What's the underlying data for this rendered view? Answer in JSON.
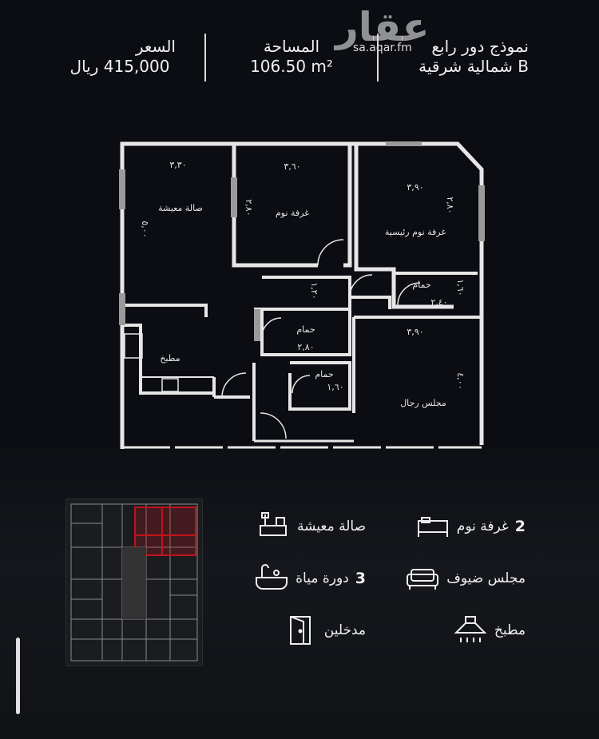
{
  "watermark": {
    "logo": "عقار",
    "url": "sa.aqar.fm"
  },
  "header": {
    "model_title": "نموذج دور رابع",
    "model_subtitle": "B شمالية شرقية",
    "area_label": "المساحة",
    "area_value": "106.50 m²",
    "price_label": "السعر",
    "price_value": "415,000 ريال"
  },
  "rooms": {
    "living": {
      "name": "صالة معيشة",
      "dim1": "٣,٣٠",
      "dim2": "٥,٠٠"
    },
    "bedroom": {
      "name": "غرفة نوم",
      "dim1": "٣,٦٠",
      "dim2": "٢,٨٠"
    },
    "master": {
      "name": "غرفة نوم رئيسية",
      "dim1": "٣,٩٠",
      "dim2": "٢,٨٠"
    },
    "bath_master": {
      "name": "حمام",
      "dim1": "٢,٤٠",
      "dim2": "١,٦٠"
    },
    "corridor": {
      "dim": "١,٢٠"
    },
    "bath_mid": {
      "name": "حمام",
      "dim": "٢,٨٠"
    },
    "bath_small": {
      "name": "حمام",
      "dim": "١,٦٠"
    },
    "kitchen": {
      "name": "مطبخ"
    },
    "majlis": {
      "name": "مجلس رجال",
      "dim1": "٣,٩٠",
      "dim2": "٤,٠٠"
    }
  },
  "features": {
    "bedrooms": {
      "count": "2",
      "label": "غرفة نوم",
      "icon": "bed-icon"
    },
    "living": {
      "label": "صالة معيشة",
      "icon": "living-room-icon"
    },
    "guest": {
      "label": "مجلس ضيوف",
      "icon": "sofa-icon"
    },
    "baths": {
      "count": "3",
      "label": "دورة مياة",
      "icon": "bathtub-icon"
    },
    "kitchen": {
      "label": "مطبخ",
      "icon": "range-hood-icon"
    },
    "entrances": {
      "label": "مدخلين",
      "icon": "door-icon"
    }
  },
  "colors": {
    "background": "#0b0d12",
    "highlight": "#c0141c",
    "line": "#e6e6e6"
  }
}
